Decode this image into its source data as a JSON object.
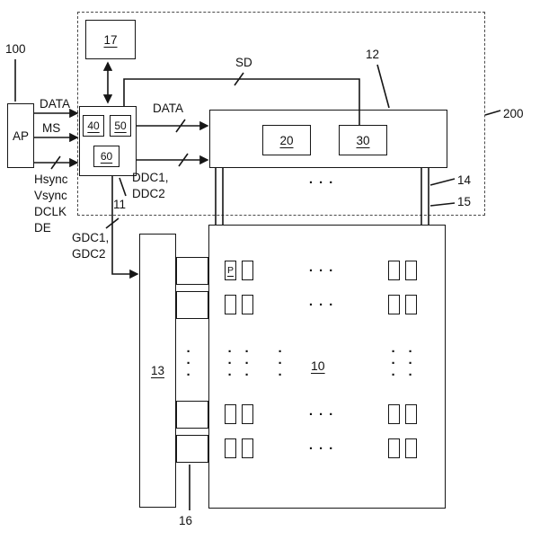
{
  "labels": {
    "ref_100": "100",
    "ref_200": "200",
    "ref_10": "10",
    "ref_11": "11",
    "ref_12": "12",
    "ref_13": "13",
    "ref_14": "14",
    "ref_15": "15",
    "ref_16": "16",
    "ref_17": "17",
    "ref_20": "20",
    "ref_30": "30",
    "ref_40": "40",
    "ref_50": "50",
    "ref_60": "60",
    "ap": "AP",
    "pixel": "P"
  },
  "signals": {
    "data_in": "DATA",
    "ms": "MS",
    "sync": "Hsync\nVsync\nDCLK\nDE",
    "sd": "SD",
    "data_out": "DATA",
    "ddc": "DDC1,\nDDC2",
    "gdc": "GDC1,\nGDC2"
  },
  "ellipsis": {
    "h": "· · ·",
    "v": "·\n·\n·"
  }
}
